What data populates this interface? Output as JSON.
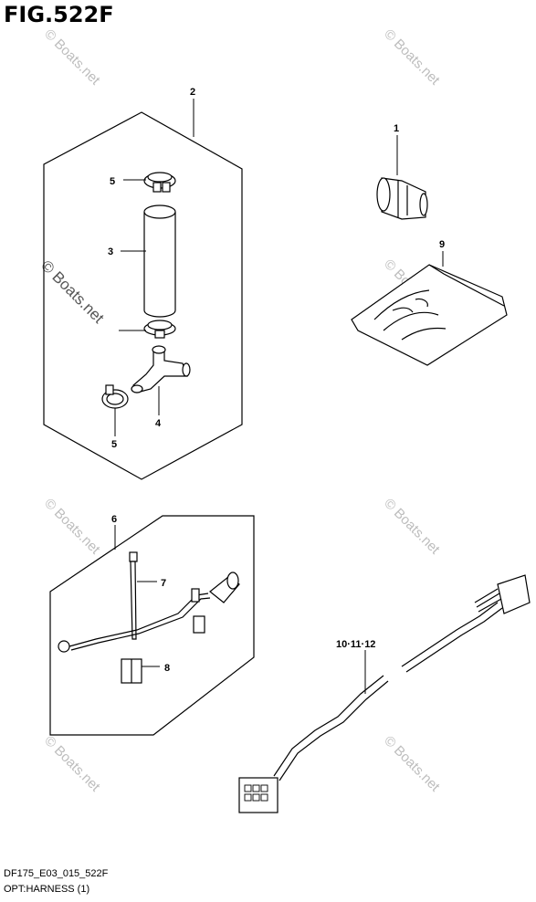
{
  "title": "FIG.522F",
  "footer": {
    "code": "DF175_E03_015_522F",
    "name": "OPT:HARNESS (1)"
  },
  "watermark": "© Boats.net",
  "callouts": {
    "c1": "1",
    "c2": "2",
    "c3": "3",
    "c4": "4",
    "c5a": "5",
    "c5b": "5",
    "c6": "6",
    "c7": "7",
    "c8": "8",
    "c9": "9",
    "c10": "10·11·12"
  }
}
